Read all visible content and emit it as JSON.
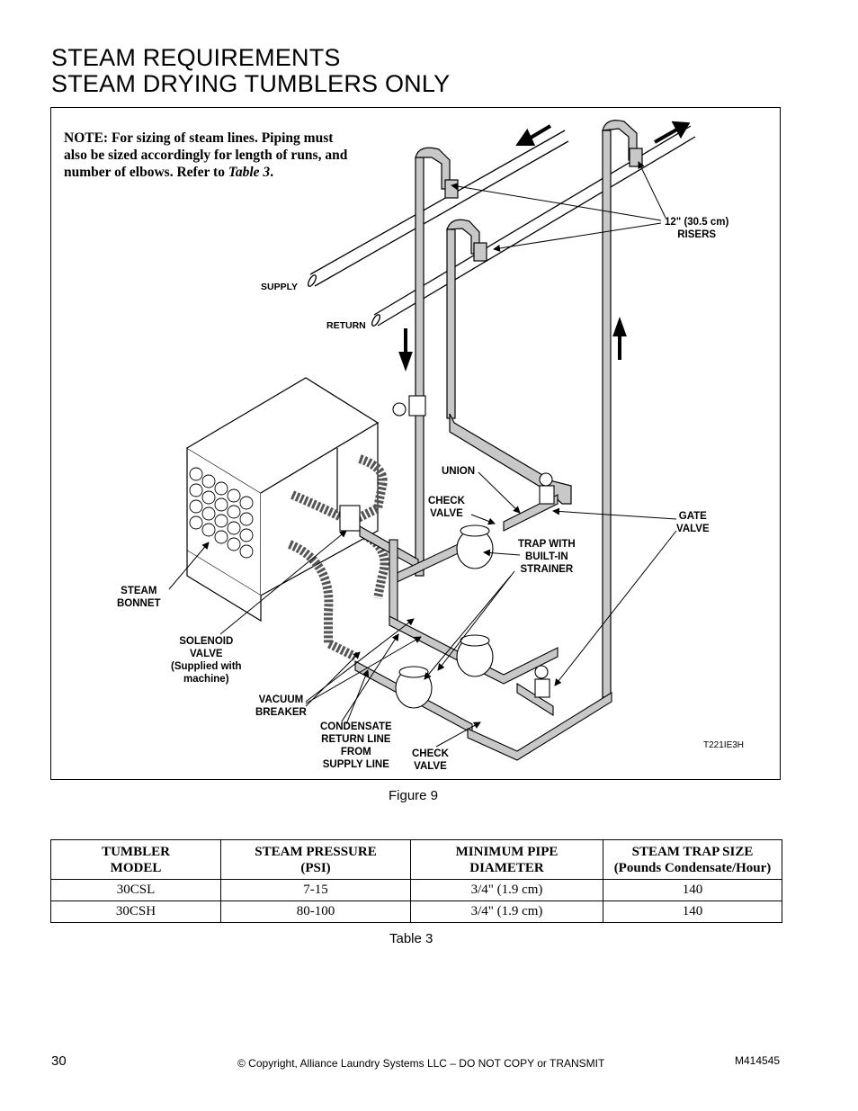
{
  "header": {
    "title_line1": "STEAM REQUIREMENTS",
    "title_line2": "STEAM DRYING TUMBLERS ONLY"
  },
  "figure": {
    "note_bold": "NOTE: For sizing of steam lines. Piping must also be sized accordingly for length of runs, and number of elbows. Refer to",
    "note_ref": "Table 3",
    "note_end": ".",
    "labels": {
      "supply": "SUPPLY",
      "return": "RETURN",
      "risers_line1": "12\" (30.5 cm)",
      "risers_line2": "RISERS",
      "union": "UNION",
      "check_valve_upper_line1": "CHECK",
      "check_valve_upper_line2": "VALVE",
      "gate_valve_line1": "GATE",
      "gate_valve_line2": "VALVE",
      "trap_line1": "TRAP WITH",
      "trap_line2": "BUILT-IN",
      "trap_line3": "STRAINER",
      "steam_bonnet_line1": "STEAM",
      "steam_bonnet_line2": "BONNET",
      "solenoid_line1": "SOLENOID",
      "solenoid_line2": "VALVE",
      "solenoid_line3": "(Supplied with",
      "solenoid_line4": "machine)",
      "vacuum_line1": "VACUUM",
      "vacuum_line2": "BREAKER",
      "condensate_line1": "CONDENSATE",
      "condensate_line2": "RETURN LINE",
      "condensate_line3": "FROM",
      "condensate_line4": "SUPPLY LINE",
      "check_valve_lower_line1": "CHECK",
      "check_valve_lower_line2": "VALVE",
      "code": "T221IE3H"
    },
    "caption": "Figure 9"
  },
  "table": {
    "headers": [
      [
        "TUMBLER",
        "MODEL"
      ],
      [
        "STEAM PRESSURE",
        "(PSI)"
      ],
      [
        "MINIMUM PIPE",
        "DIAMETER"
      ],
      [
        "STEAM TRAP SIZE",
        "(Pounds Condensate/Hour)"
      ]
    ],
    "rows": [
      [
        "30CSL",
        "7-15",
        "3/4\" (1.9 cm)",
        "140"
      ],
      [
        "30CSH",
        "80-100",
        "3/4\" (1.9 cm)",
        "140"
      ]
    ],
    "caption": "Table 3"
  },
  "footer": {
    "page_number": "30",
    "copyright": "© Copyright, Alliance Laundry Systems LLC – DO NOT COPY or TRANSMIT",
    "doc_number": "M414545"
  }
}
